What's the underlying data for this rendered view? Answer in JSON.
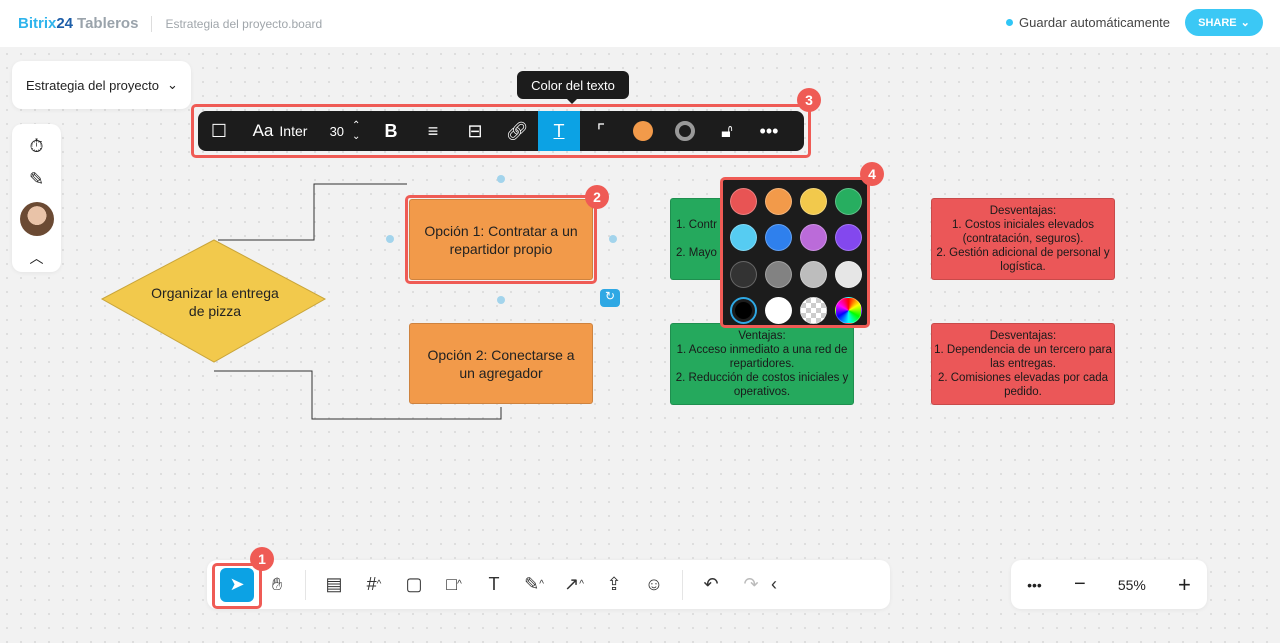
{
  "header": {
    "brand_a": "Bitrix",
    "brand_b": "24",
    "product": "Tableros",
    "file_name": "Estrategia del proyecto.board",
    "autosave": "Guardar automáticamente",
    "share": "SHARE"
  },
  "board_selector": "Estrategia del proyecto",
  "tooltip": "Color del texto",
  "format_toolbar": {
    "font": "Inter",
    "font_icon": "Aa",
    "size": "30"
  },
  "badges": [
    "1",
    "2",
    "3",
    "4"
  ],
  "nodes": {
    "decision": "Organizar la entrega de pizza",
    "option1": "Opción 1: Contratar a un repartidor propio",
    "option2": "Opción 2: Conectarse a un agregador",
    "pros1_line1": "1. Contr",
    "pros1_line2": "2. Mayo",
    "pros2": "Ventajas:\n1. Acceso inmediato a una red de repartidores.\n2. Reducción de costos iniciales y operativos.",
    "cons1": "Desventajas:\n1. Costos iniciales elevados (contratación, seguros).\n2. Gestión adicional de personal y logística.",
    "cons2": "Desventajas:\n1. Dependencia de un tercero para las entregas.\n2. Comisiones elevadas por cada pedido."
  },
  "palette": [
    "#e85454",
    "#f29a4a",
    "#f2c94c",
    "#27ae60",
    "#56ccf2",
    "#2f80ed",
    "#bb6bd9",
    "#8348ee",
    "#333333",
    "#828282",
    "#bdbdbd",
    "#e6e6e6",
    "#000000",
    "#ffffff",
    "transparent",
    "spectrum"
  ],
  "zoom": {
    "value": "55%"
  }
}
